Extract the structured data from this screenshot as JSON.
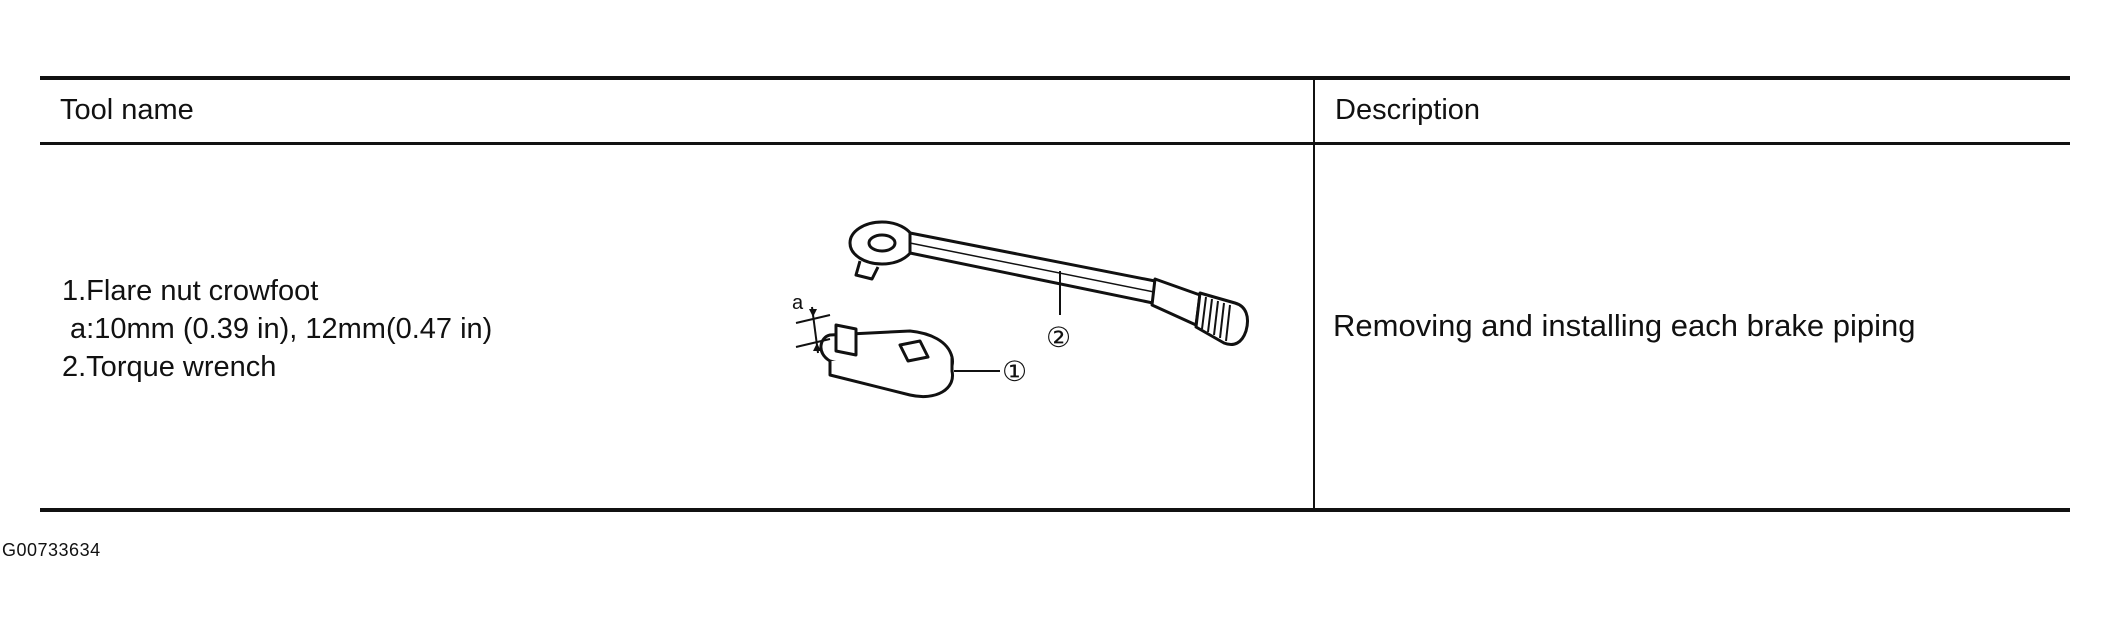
{
  "table": {
    "headers": {
      "tool_name": "Tool name",
      "description": "Description"
    },
    "row": {
      "lines": [
        "1.Flare nut crowfoot",
        " a:10mm (0.39 in), 12mm(0.47 in)",
        "2.Torque wrench"
      ],
      "callouts": {
        "dim": "a",
        "part1": "①",
        "part2": "②"
      },
      "description": "Removing and installing each brake piping"
    }
  },
  "document_code": "G00733634"
}
